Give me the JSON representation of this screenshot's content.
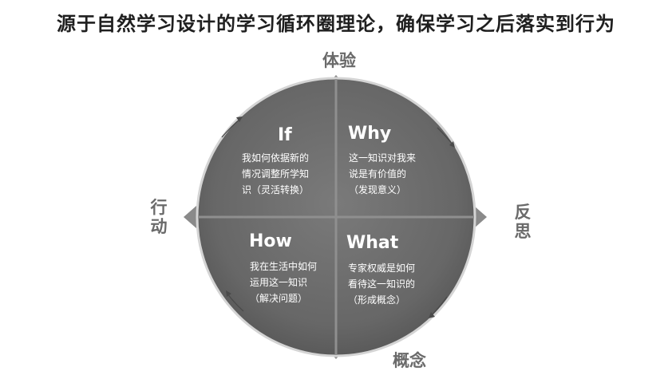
{
  "title": "源于自然学习设计的学习循环圈理论，确保学习之后落实到行为",
  "axes": {
    "top": "体验",
    "right": "反思",
    "bottom": "概念",
    "left": "行动"
  },
  "quadrants": {
    "if": {
      "title": "If",
      "text": "我如何依据新的\n情况调整所学知\n识（灵活转换）"
    },
    "why": {
      "title": "Why",
      "text": "这一知识对我来\n说是有价值的\n（发现意义）"
    },
    "how": {
      "title": "How",
      "text": "我在生活中如何\n运用这一知识\n（解决问题）"
    },
    "what": {
      "title": "What",
      "text": "专家权威是如何\n看待这一知识的\n（形成概念）"
    }
  },
  "colors": {
    "circle": "#6b6b6b",
    "circle_edge": "#cfcfcf",
    "divider": "#8d8d8d",
    "arrow": "#8a8a8a",
    "text": "#ffffff"
  }
}
